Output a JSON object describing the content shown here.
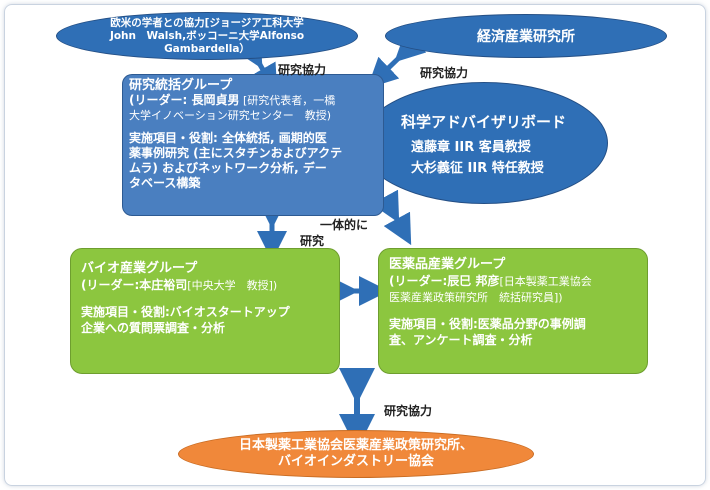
{
  "nodes": {
    "foreign_scholars": {
      "line1": "欧米の学者との協力[ジョージア工科大学",
      "line2": "John　Walsh,ボッコーニ大学Alfonso",
      "line3": "Gambardella）"
    },
    "meti_institute": {
      "title": "経済産業研究所"
    },
    "research_group": {
      "title": "研究統括グループ",
      "leader_prefix": "(リーダー: 長岡貞男",
      "leader_detail1": " [研究代表者，一橋",
      "leader_detail2": "大学イノベーション研究センター　教授)",
      "tasks1": "実施項目・役割: 全体統括, 画期的医",
      "tasks2": "薬事例研究 (主にスタチンおよびアクテ",
      "tasks3": "ムラ) およびネットワーク分析, デー",
      "tasks4": "タベース構築"
    },
    "advisory_board": {
      "title": "科学アドバイザリボード",
      "member1": "遠藤章 IIR 客員教授",
      "member2": "大杉義征 IIR 特任教授"
    },
    "bio_group": {
      "title": "バイオ産業グループ",
      "leader_prefix": "(リーダー:本庄裕司",
      "leader_detail": "[中央大学　教授])",
      "tasks1": "実施項目・役割:バイオスタートアップ",
      "tasks2": "企業への質問票調査・分析"
    },
    "pharma_group": {
      "title": "医薬品産業グループ",
      "leader_prefix": "(リーダー:辰巳 邦彦",
      "leader_detail1": "[日本製薬工業協会",
      "leader_detail2": "医薬産業政策研究所　統括研究員])",
      "tasks1": "実施項目・役割:医薬品分野の事例調",
      "tasks2": "査、アンケート調査・分析"
    },
    "jpma": {
      "line1": "日本製薬工業協会医薬産業政策研究所、",
      "line2": "バイオインダストリー協会"
    }
  },
  "labels": {
    "collab_left": "研究協力",
    "collab_right": "研究協力",
    "unified1": "一体的に",
    "unified2": "研究",
    "collab_bottom": "研究協力"
  },
  "colors": {
    "oval_blue": "#2f6fb6",
    "box_blue": "#4a7fc0",
    "green": "#8cc63f",
    "orange": "#f0883a",
    "arrow": "#2f6fb6"
  }
}
